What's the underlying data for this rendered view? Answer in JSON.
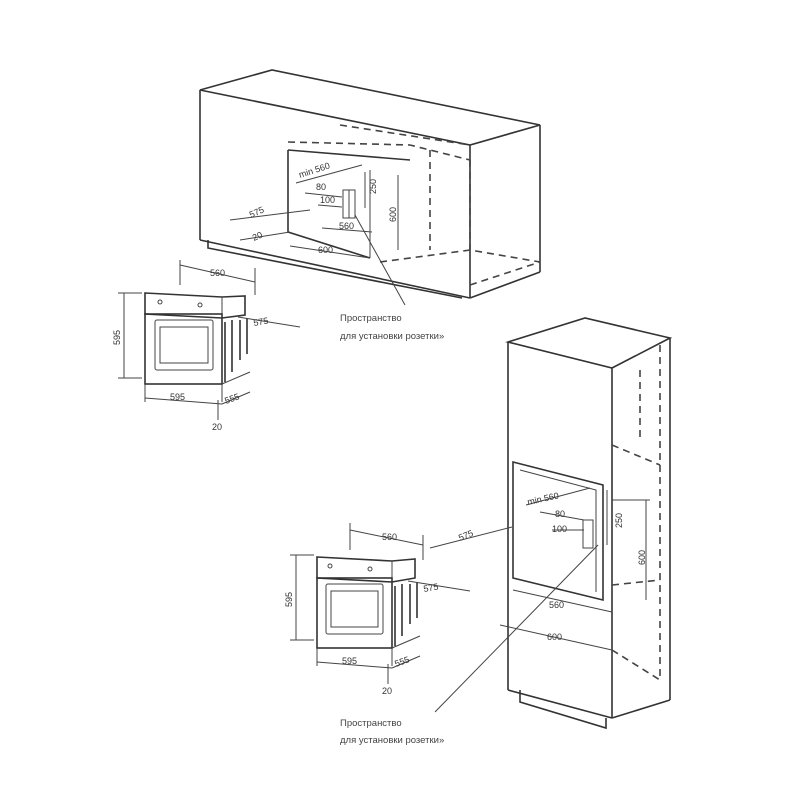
{
  "top_cabinet": {
    "dims": {
      "min": "min 560",
      "d80": "80",
      "d100": "100",
      "d250": "250",
      "d600_side": "600",
      "d575": "575",
      "d20": "20",
      "d560": "560",
      "d600_bottom": "600"
    },
    "note_line1": "Пространство",
    "note_line2": "для установки розетки»"
  },
  "oven_top": {
    "dims": {
      "width": "560",
      "height": "595",
      "depth": "575",
      "front_width": "595",
      "body_depth": "555",
      "panel": "20"
    }
  },
  "column_cabinet": {
    "dims": {
      "min": "min 560",
      "d80": "80",
      "d100": "100",
      "d250": "250",
      "d600_side": "600",
      "d575": "575",
      "d560": "560",
      "d600_bottom": "600"
    },
    "note_line1": "Пространство",
    "note_line2": "для установки розетки»"
  },
  "oven_bottom": {
    "dims": {
      "width": "560",
      "height": "595",
      "depth": "575",
      "front_width": "595",
      "body_depth": "555",
      "panel": "20"
    }
  }
}
